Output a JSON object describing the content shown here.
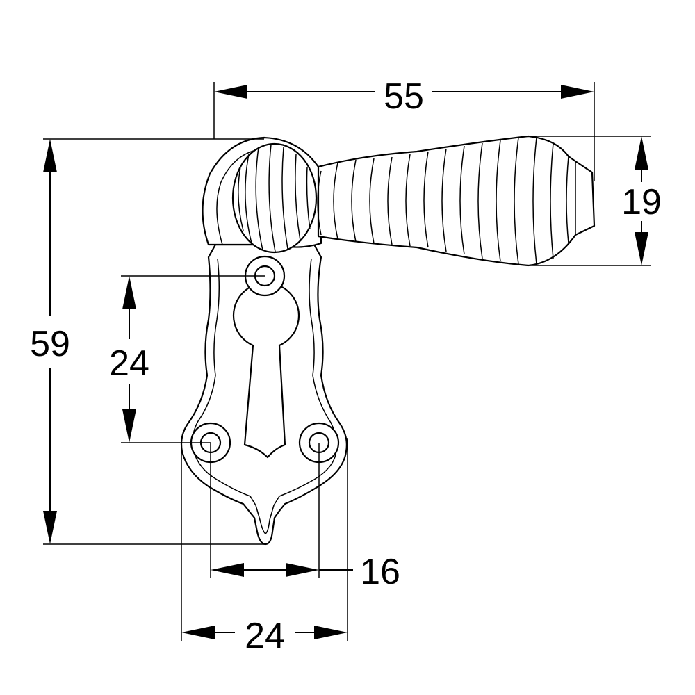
{
  "dimensions": {
    "overall_width": "55",
    "handle_height": "19",
    "overall_height": "59",
    "hole_vertical_spacing": "24",
    "hole_horizontal_spacing": "16",
    "plate_width": "24"
  }
}
